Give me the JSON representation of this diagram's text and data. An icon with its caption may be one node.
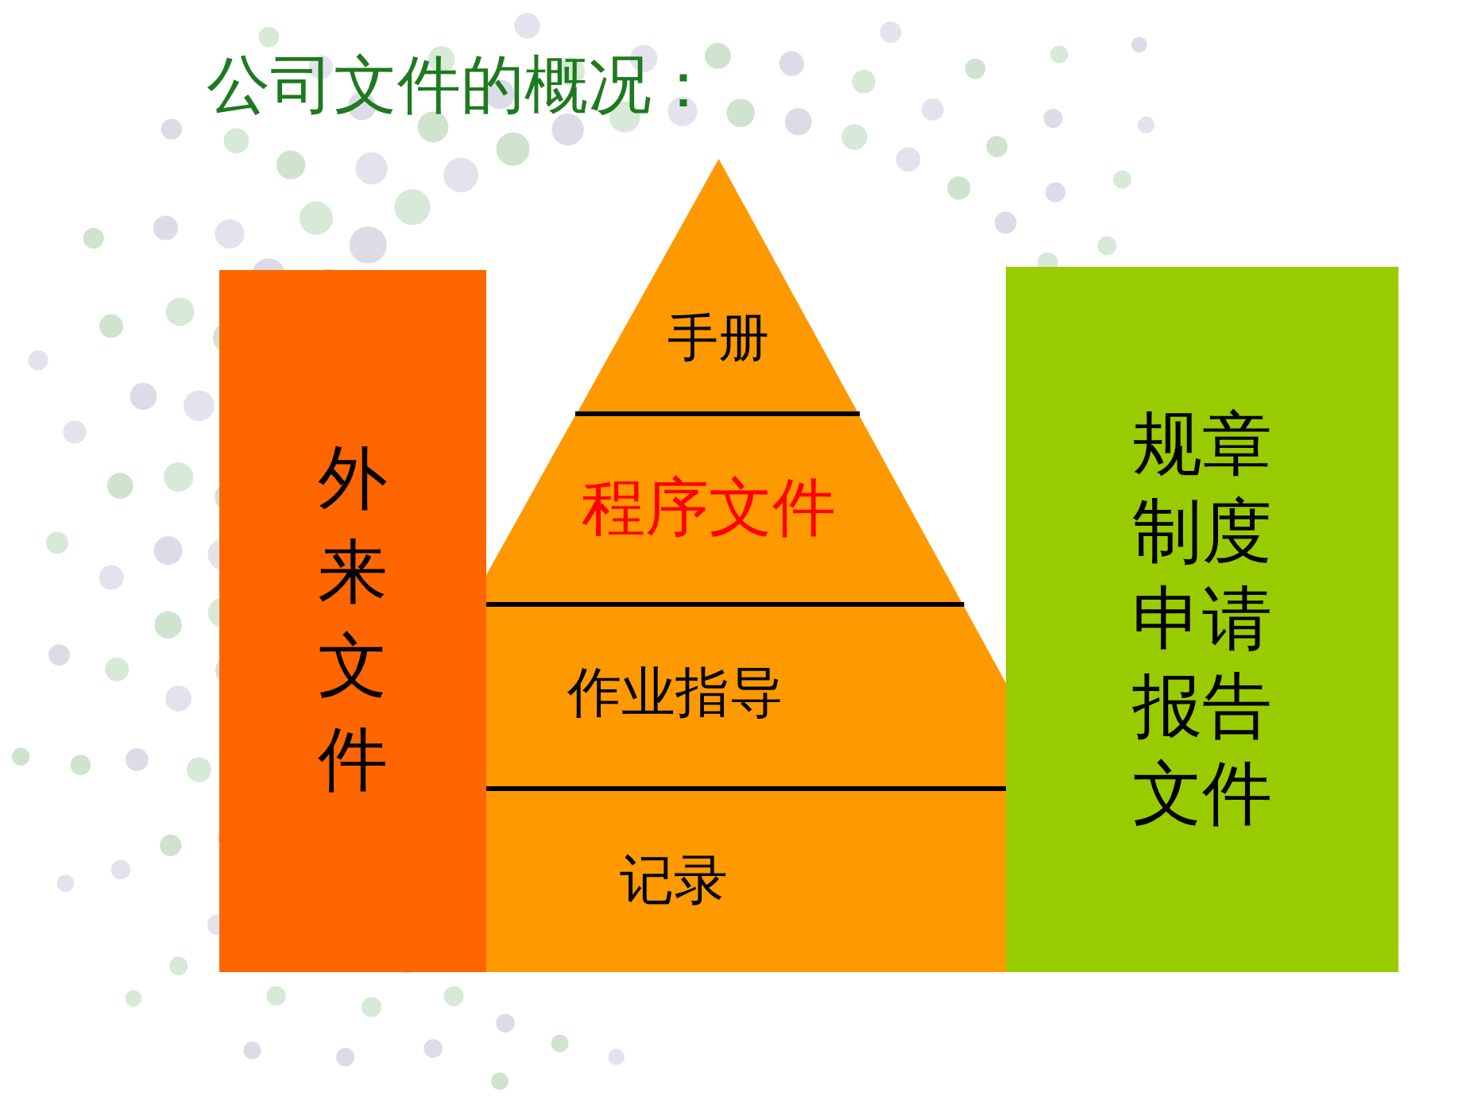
{
  "diagram": {
    "title": "公司文件的概况：",
    "nodes": [
      {
        "text": [
          "外来文件"
        ]
      },
      {
        "text": [
          "手册"
        ]
      },
      {
        "text": [
          "程序文件"
        ]
      },
      {
        "text": [
          "作业指导"
        ]
      },
      {
        "text": [
          "记录"
        ]
      },
      {
        "text": [
          "规章制度申请报告文件"
        ]
      }
    ]
  }
}
